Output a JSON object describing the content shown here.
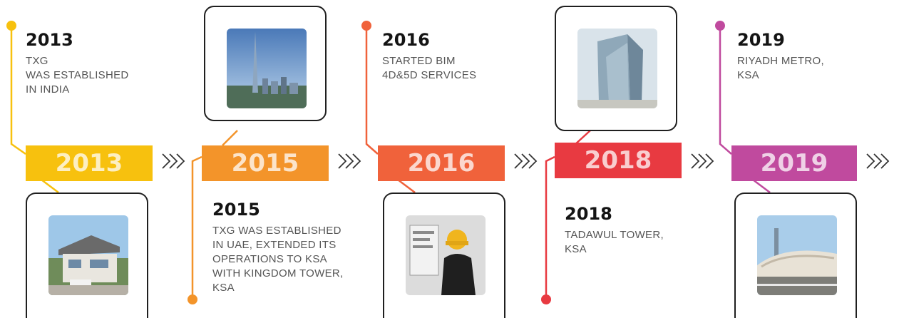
{
  "colors": {
    "y2013": "#F7C10E",
    "y2015": "#F3942A",
    "y2016": "#F0623B",
    "y2018": "#E83A41",
    "y2019": "#C04A9E"
  },
  "bands": [
    {
      "label": "2013"
    },
    {
      "label": "2015"
    },
    {
      "label": "2016"
    },
    {
      "label": "2018"
    },
    {
      "label": "2019"
    }
  ],
  "entries": [
    {
      "year": "2013",
      "lines": [
        "TXG",
        "WAS ESTABLISHED",
        "IN INDIA"
      ]
    },
    {
      "year": "2015",
      "lines": [
        "TXG WAS ESTABLISHED",
        "IN UAE, EXTENDED ITS",
        "OPERATIONS TO KSA",
        "WITH KINGDOM TOWER,",
        "KSA"
      ]
    },
    {
      "year": "2016",
      "lines": [
        "STARTED BIM",
        "4D&5D SERVICES"
      ]
    },
    {
      "year": "2018",
      "lines": [
        "TADAWUL TOWER,",
        "KSA"
      ]
    },
    {
      "year": "2019",
      "lines": [
        "RIYADH METRO,",
        "KSA"
      ]
    }
  ]
}
